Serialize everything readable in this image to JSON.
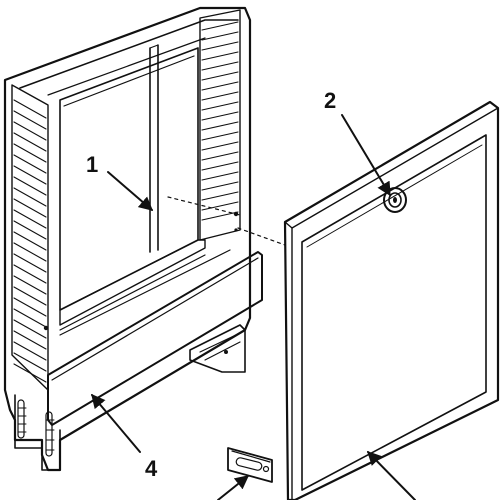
{
  "callouts": [
    {
      "id": "1",
      "label": "1"
    },
    {
      "id": "2",
      "label": "2"
    },
    {
      "id": "4",
      "label": "4"
    }
  ],
  "colors": {
    "line": "#111111",
    "frame_fill": "#ffffff",
    "shade": "#e6e6e6"
  }
}
